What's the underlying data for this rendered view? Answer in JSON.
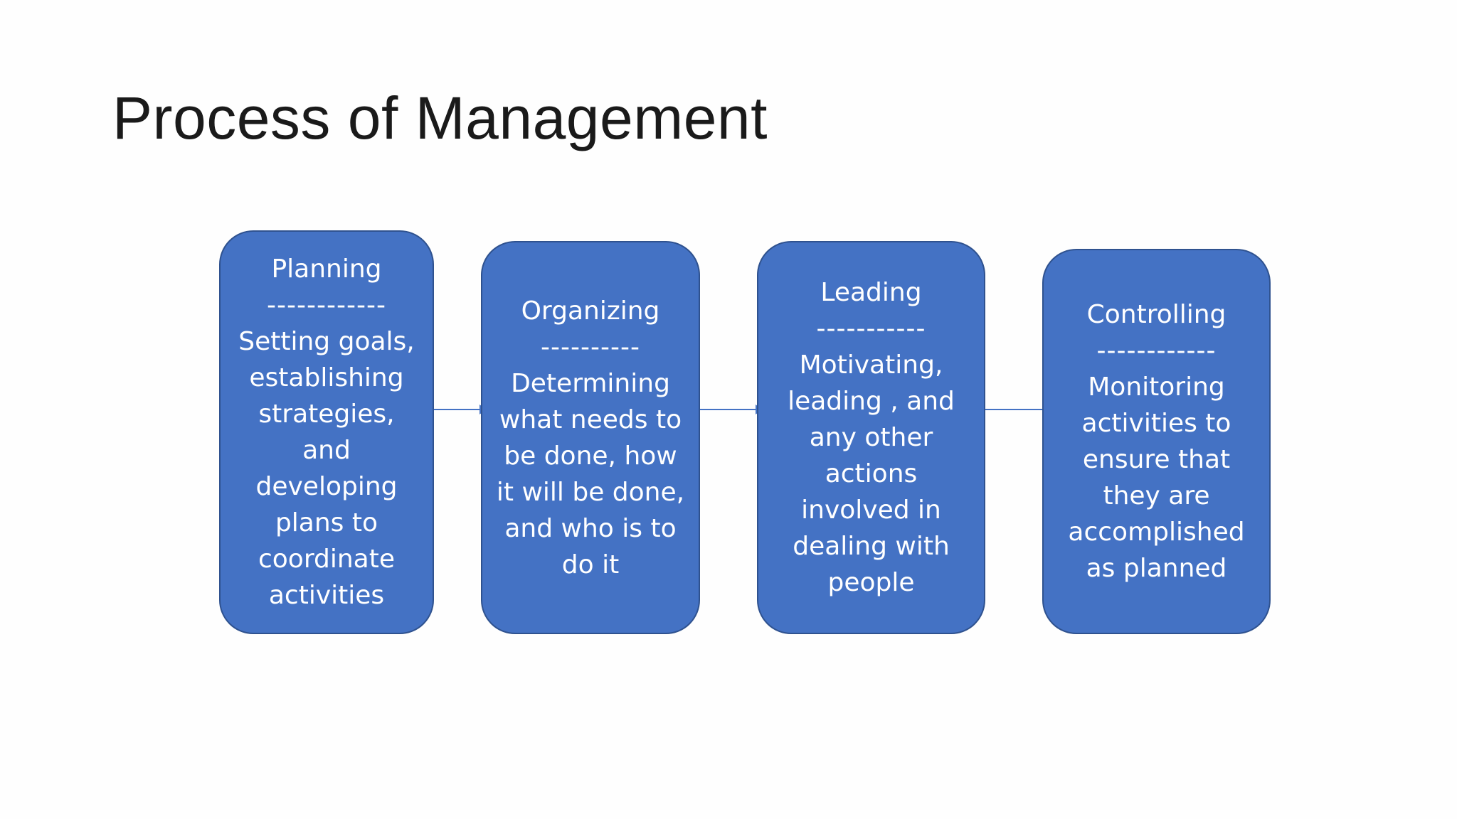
{
  "title": "Process of Management",
  "steps": [
    {
      "heading": "Planning",
      "separator": "------------",
      "description": "Setting goals, establishing strategies, and developing plans to coordinate activities"
    },
    {
      "heading": "Organizing",
      "separator": "----------",
      "description": "Determining what needs to be done, how it will be done, and who is to do it"
    },
    {
      "heading": "Leading",
      "separator": "-----------",
      "description": "Motivating, leading , and any other actions involved in dealing with people"
    },
    {
      "heading": "Controlling",
      "separator": "------------",
      "description": "Monitoring activities to ensure that they are accomplished as planned"
    }
  ],
  "colors": {
    "box_fill": "#4472c4",
    "box_border": "#2f528f",
    "text": "#ffffff",
    "connector": "#4472c4"
  }
}
